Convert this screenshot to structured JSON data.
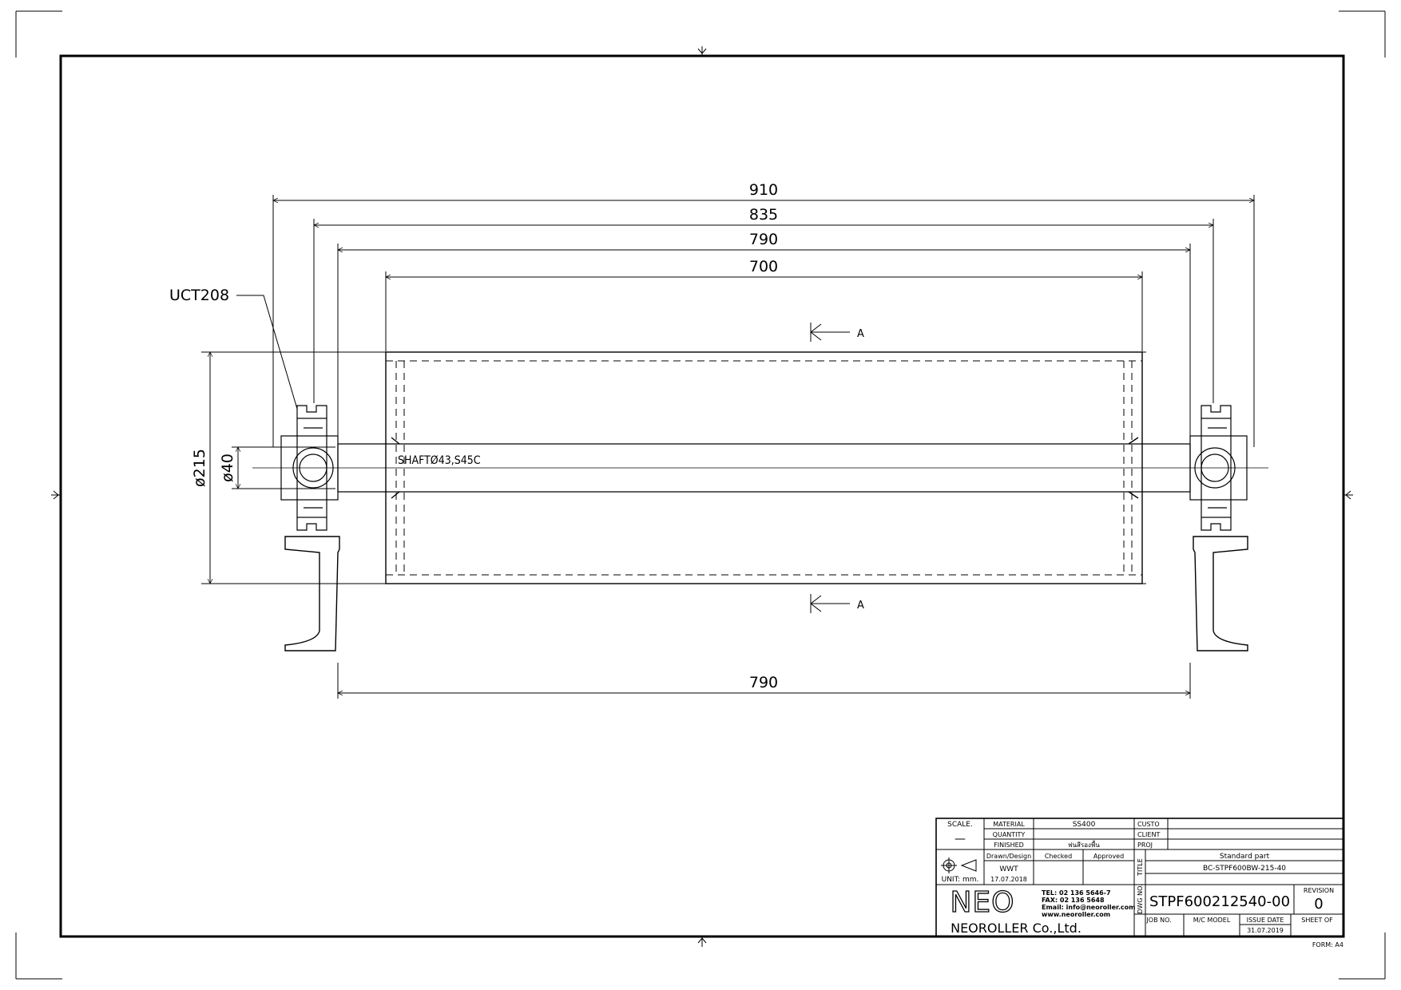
{
  "drawing": {
    "dimensions": {
      "overall_910": "910",
      "bearing_835": "835",
      "shaft_790": "790",
      "face_700": "700",
      "bottom_790": "790",
      "dia_215": "ø215",
      "dia_40": "ø40"
    },
    "labels": {
      "bearing": "UCT208",
      "shaft": "SHAFTØ43,S45C",
      "section_a_top": "A",
      "section_a_bottom": "A"
    }
  },
  "title_block": {
    "scale_label": "SCALE.",
    "scale_value": "—",
    "material_label": "MATERIAL",
    "material_value": "SS400",
    "quantity_label": "QUANTITY",
    "quantity_value": "",
    "finished_label": "FINISHED",
    "finished_value": "พ่นสีรองพื้น",
    "custo_label": "CUSTO",
    "client_label": "CLIENT",
    "proj_label": "PROJ",
    "drawn_label": "Drawn/Design",
    "checked_label": "Checked",
    "approved_label": "Approved",
    "drawn_by": "WWT",
    "drawn_date": "17.07.2018",
    "unit_label": "UNIT: mm.",
    "title_label": "TITLE",
    "title_line1": "Standard part",
    "title_line2": "BC-STPF600BW-215-40",
    "logo_text": "NEO",
    "company": "NEOROLLER Co.,Ltd.",
    "tel": "TEL: 02 136 5646-7",
    "fax": "FAX: 02 136 5648",
    "email": "Email: info@neoroller.com",
    "web": "www.neoroller.com",
    "dwg_no_label": "DWG NO.",
    "dwg_no": "STPF600212540-00",
    "revision_label": "REVISION",
    "revision_value": "0",
    "job_no_label": "JOB NO.",
    "mc_model_label": "M/C MODEL",
    "issue_date_label": "ISSUE DATE",
    "issue_date": "31.07.2019",
    "sheet_label": "SHEET OF",
    "form_label": "FORM: A4"
  }
}
